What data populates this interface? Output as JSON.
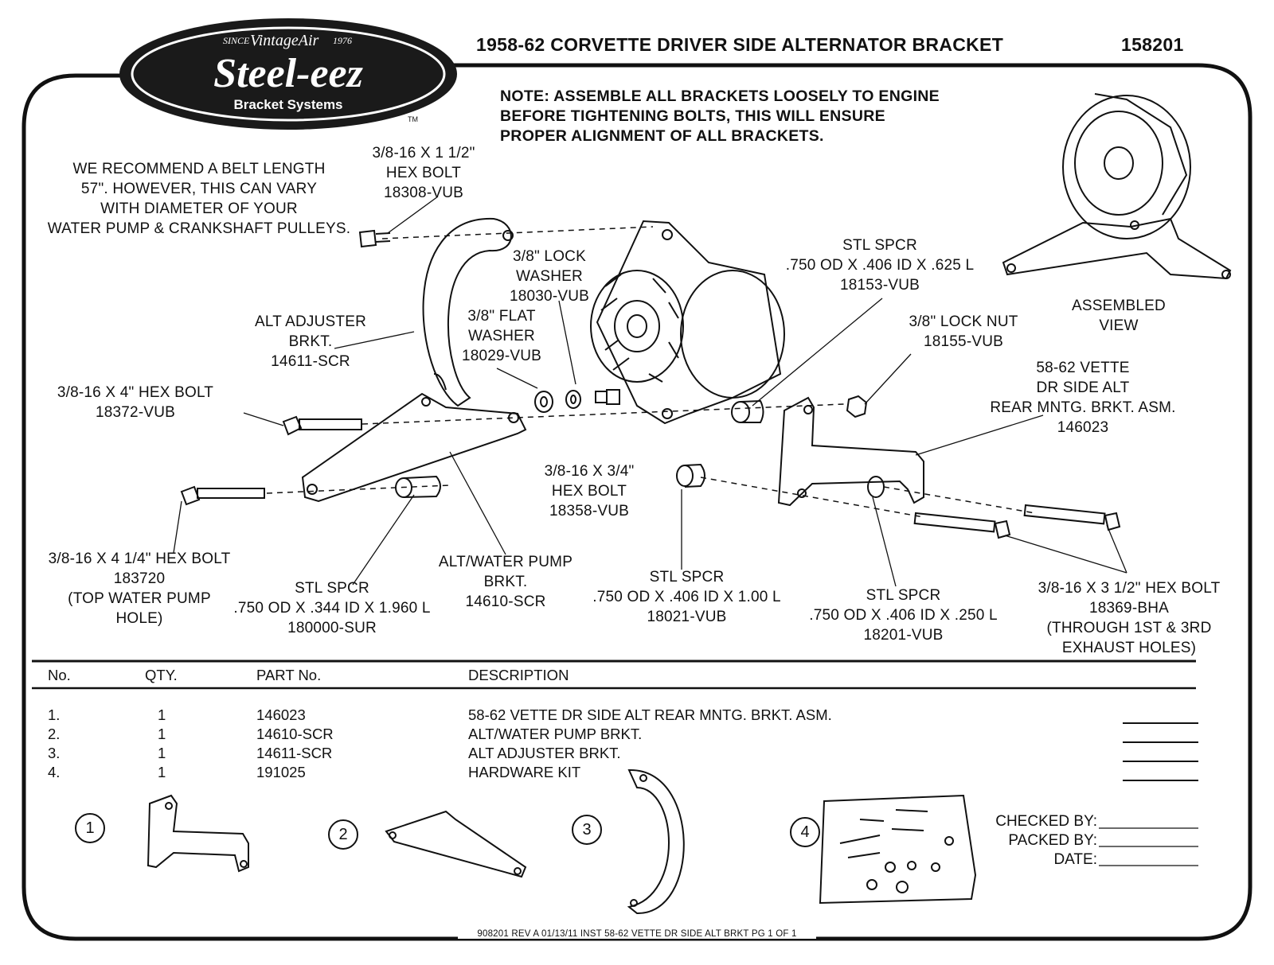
{
  "header": {
    "title": "1958-62 CORVETTE DRIVER SIDE ALTERNATOR BRACKET",
    "part_number": "158201"
  },
  "logo": {
    "since": "SINCE",
    "brand": "VintageAir",
    "year": "1976",
    "name": "Steel-eez",
    "sub": "Bracket Systems",
    "tm": "TM"
  },
  "note": [
    "NOTE: ASSEMBLE ALL BRACKETS LOOSELY TO ENGINE",
    "BEFORE TIGHTENING BOLTS, THIS WILL ENSURE",
    "PROPER ALIGNMENT OF ALL BRACKETS."
  ],
  "recommend": [
    "WE RECOMMEND A BELT LENGTH",
    "57\". HOWEVER, THIS CAN VARY",
    "WITH DIAMETER OF YOUR",
    "WATER PUMP & CRANKSHAFT PULLEYS."
  ],
  "callouts": {
    "bolt_1_5": [
      "3/8-16 X 1 1/2\"",
      "HEX BOLT",
      "18308-VUB"
    ],
    "lock_washer": [
      "3/8\" LOCK",
      "WASHER",
      "18030-VUB"
    ],
    "flat_washer": [
      "3/8\" FLAT",
      "WASHER",
      "18029-VUB"
    ],
    "alt_adjuster": [
      "ALT ADJUSTER",
      "BRKT.",
      "14611-SCR"
    ],
    "bolt_4": [
      "3/8-16 X 4\" HEX BOLT",
      "18372-VUB"
    ],
    "bolt_4_25": [
      "3/8-16 X 4 1/4\" HEX BOLT",
      "183720",
      "(TOP WATER PUMP",
      "HOLE)"
    ],
    "spacer_1960": [
      "STL SPCR",
      ".750 OD X .344 ID X 1.960 L",
      "180000-SUR"
    ],
    "alt_water_pump": [
      "ALT/WATER PUMP",
      "BRKT.",
      "14610-SCR"
    ],
    "bolt_0_75": [
      "3/8-16 X 3/4\"",
      "HEX BOLT",
      "18358-VUB"
    ],
    "spacer_625": [
      "STL SPCR",
      ".750 OD X .406 ID X .625 L",
      "18153-VUB"
    ],
    "lock_nut": [
      "3/8\" LOCK NUT",
      "18155-VUB"
    ],
    "rear_mount": [
      "58-62 VETTE",
      "DR SIDE ALT",
      "REAR MNTG. BRKT. ASM.",
      "146023"
    ],
    "spacer_100": [
      "STL SPCR",
      ".750 OD X .406 ID X 1.00 L",
      "18021-VUB"
    ],
    "spacer_250": [
      "STL SPCR",
      ".750 OD X .406 ID X .250 L",
      "18201-VUB"
    ],
    "bolt_3_5": [
      "3/8-16 X 3 1/2\" HEX BOLT",
      "18369-BHA",
      "(THROUGH 1ST & 3RD",
      "EXHAUST HOLES)"
    ],
    "assembled": [
      "ASSEMBLED",
      "VIEW"
    ]
  },
  "parts_table": {
    "headers": [
      "No.",
      "QTY.",
      "PART No.",
      "DESCRIPTION"
    ],
    "rows": [
      {
        "no": "1.",
        "qty": "1",
        "part": "146023",
        "desc": "58-62 VETTE DR SIDE ALT REAR MNTG. BRKT. ASM."
      },
      {
        "no": "2.",
        "qty": "1",
        "part": "14610-SCR",
        "desc": "ALT/WATER PUMP BRKT."
      },
      {
        "no": "3.",
        "qty": "1",
        "part": "14611-SCR",
        "desc": "ALT ADJUSTER BRKT."
      },
      {
        "no": "4.",
        "qty": "1",
        "part": "191025",
        "desc": "HARDWARE KIT"
      }
    ]
  },
  "item_numbers": [
    "1",
    "2",
    "3",
    "4"
  ],
  "checklist": {
    "checked_by": "CHECKED BY:",
    "packed_by": "PACKED BY:",
    "date": "DATE:"
  },
  "footer": "908201 REV A 01/13/11 INST 58-62 VETTE DR SIDE ALT BRKT PG 1 OF 1"
}
